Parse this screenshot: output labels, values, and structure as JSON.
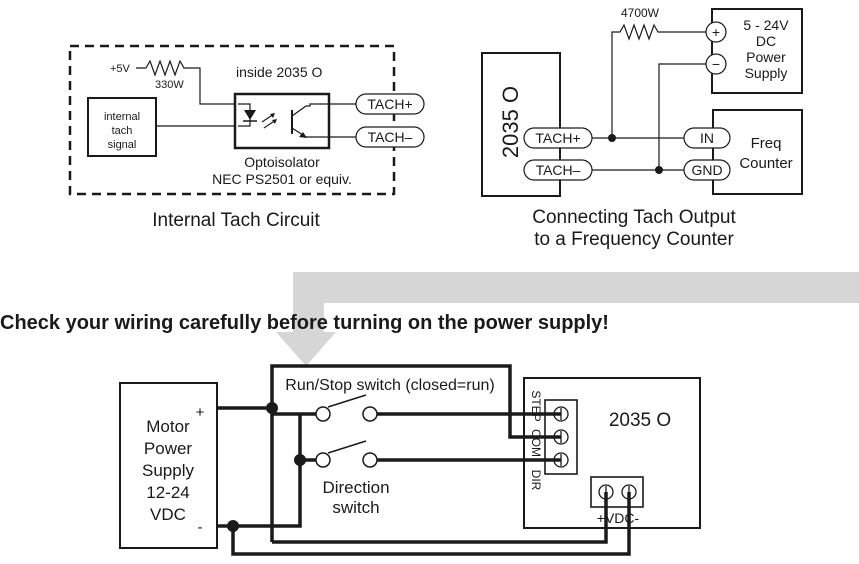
{
  "internal_circuit": {
    "title": "Internal Tach Circuit",
    "inside_label": "inside 2035 O",
    "supply_label": "+5V",
    "resistor_label": "330W",
    "signal_box_lines": [
      "internal",
      "tach",
      "signal"
    ],
    "opto_lines": [
      "Optoisolator",
      "NEC PS2501 or equiv."
    ],
    "tach_plus": "TACH+",
    "tach_minus": "TACH–"
  },
  "frequency_counter": {
    "title_lines": [
      "Connecting Tach Output",
      "to a Frequency Counter"
    ],
    "drive_label": "2035 O",
    "resistor_label": "4700W",
    "power_supply_lines": [
      "5 - 24V",
      "DC",
      "Power",
      "Supply"
    ],
    "plus_symbol": "+",
    "minus_symbol": "−",
    "counter_lines": [
      "Freq",
      "Counter"
    ],
    "tach_plus": "TACH+",
    "tach_minus": "TACH–",
    "in_label": "IN",
    "gnd_label": "GND"
  },
  "warning": "Check your wiring carefully before turning on the power supply!",
  "wiring": {
    "motor_supply_lines": [
      "Motor",
      "Power",
      "Supply",
      "12-24",
      "VDC"
    ],
    "plus_symbol": "+",
    "minus_symbol": "-",
    "run_stop_label": "Run/Stop switch (closed=run)",
    "direction_lines": [
      "Direction",
      "switch"
    ],
    "drive_label": "2035 O",
    "step_label": "STEP",
    "com_label": "COM",
    "dir_label": "DIR",
    "vdc_label": "+VDC-"
  }
}
